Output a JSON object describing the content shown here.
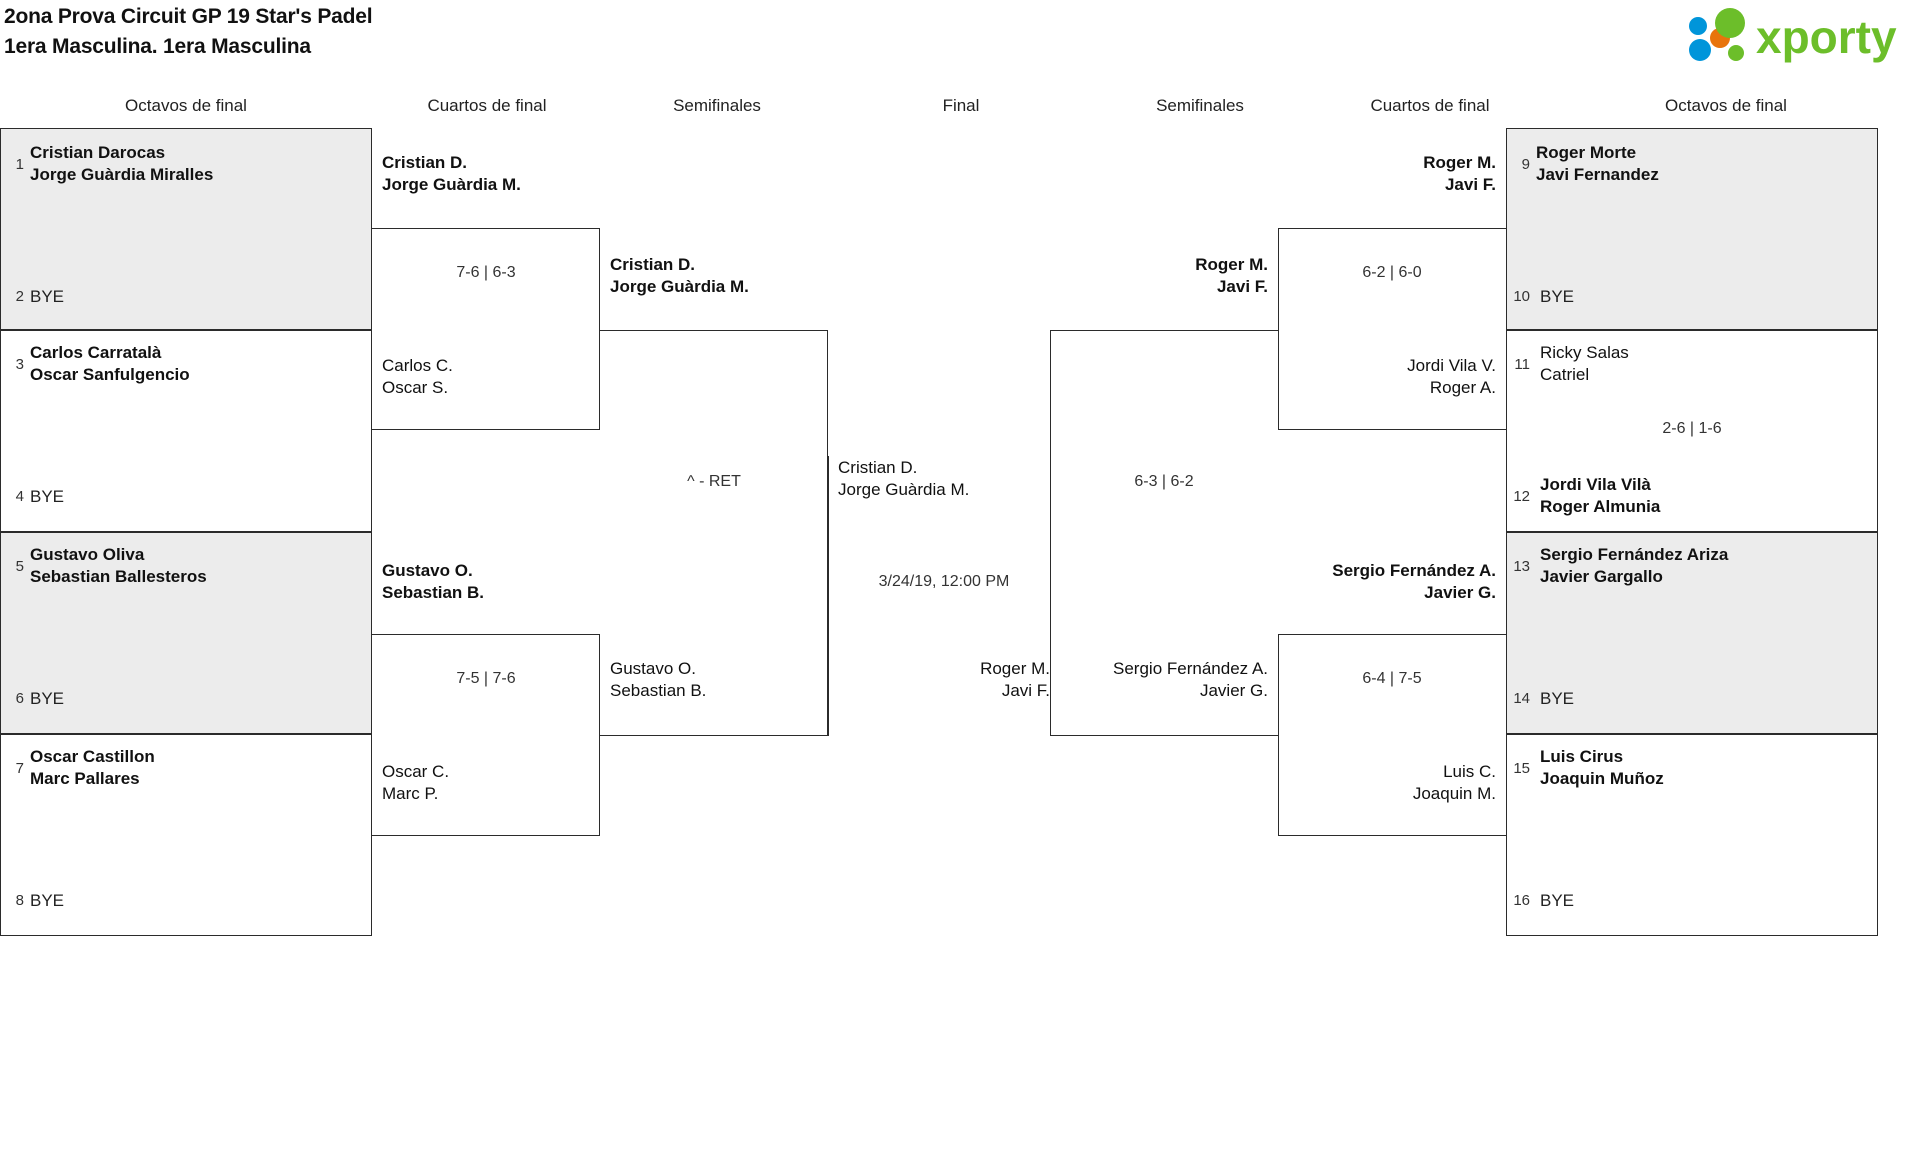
{
  "header": {
    "title_line1": "2ona Prova Circuit GP 19 Star's Padel",
    "title_line2": "1era Masculina. 1era Masculina",
    "logo_text": "xporty",
    "logo_colors": {
      "green": "#6cbe2a",
      "blue": "#0095da",
      "orange": "#e8740c"
    }
  },
  "round_headers": {
    "left_r16": "Octavos de final",
    "left_qf": "Cuartos de final",
    "left_sf": "Semifinales",
    "final": "Final",
    "right_sf": "Semifinales",
    "right_qf": "Cuartos de final",
    "right_r16": "Octavos de final"
  },
  "left_r16": [
    {
      "seed_top": "1",
      "top_line1": "Cristian Darocas",
      "top_line2": "Jorge Guàrdia Miralles",
      "top_winner": true,
      "seed_bottom": "2",
      "bottom_line1": "BYE",
      "bottom_line2": "",
      "bottom_winner": false,
      "shaded": true,
      "score": ""
    },
    {
      "seed_top": "3",
      "top_line1": "Carlos Carratalà",
      "top_line2": "Oscar Sanfulgencio",
      "top_winner": true,
      "seed_bottom": "4",
      "bottom_line1": "BYE",
      "bottom_line2": "",
      "bottom_winner": false,
      "shaded": false,
      "score": ""
    },
    {
      "seed_top": "5",
      "top_line1": "Gustavo Oliva",
      "top_line2": "Sebastian Ballesteros",
      "top_winner": true,
      "seed_bottom": "6",
      "bottom_line1": "BYE",
      "bottom_line2": "",
      "bottom_winner": false,
      "shaded": true,
      "score": ""
    },
    {
      "seed_top": "7",
      "top_line1": "Oscar Castillon",
      "top_line2": "Marc Pallares",
      "top_winner": true,
      "seed_bottom": "8",
      "bottom_line1": "BYE",
      "bottom_line2": "",
      "bottom_winner": false,
      "shaded": false,
      "score": ""
    }
  ],
  "left_qf": [
    {
      "top_line1": "Cristian D.",
      "top_line2": "Jorge Guàrdia M.",
      "top_winner": true,
      "bottom_line1": "Carlos C.",
      "bottom_line2": "Oscar S.",
      "bottom_winner": false,
      "score": "7-6 | 6-3"
    },
    {
      "top_line1": "Gustavo O.",
      "top_line2": "Sebastian B.",
      "top_winner": true,
      "bottom_line1": "Oscar C.",
      "bottom_line2": "Marc P.",
      "bottom_winner": false,
      "score": "7-5 | 7-6"
    }
  ],
  "left_sf": [
    {
      "top_line1": "Cristian D.",
      "top_line2": "Jorge Guàrdia M.",
      "top_winner": true,
      "bottom_line1": "Gustavo O.",
      "bottom_line2": "Sebastian B.",
      "bottom_winner": false,
      "score": "^ - RET"
    }
  ],
  "final": {
    "top_line1": "Cristian D.",
    "top_line2": "Jorge Guàrdia M.",
    "top_winner": false,
    "bottom_line1": "Roger M.",
    "bottom_line2": "Javi F.",
    "bottom_winner": false,
    "datetime": "3/24/19, 12:00 PM"
  },
  "right_sf": [
    {
      "top_line1": "Roger M.",
      "top_line2": "Javi F.",
      "top_winner": true,
      "bottom_line1": "Sergio Fernández A.",
      "bottom_line2": "Javier G.",
      "bottom_winner": false,
      "score": "6-3 | 6-2"
    }
  ],
  "right_qf": [
    {
      "top_line1": "Roger M.",
      "top_line2": "Javi F.",
      "top_winner": true,
      "bottom_line1": "Jordi Vila V.",
      "bottom_line2": "Roger A.",
      "bottom_winner": false,
      "score": "6-2 | 6-0"
    },
    {
      "top_line1": "Sergio Fernández A.",
      "top_line2": "Javier G.",
      "top_winner": true,
      "bottom_line1": "Luis C.",
      "bottom_line2": "Joaquin M.",
      "bottom_winner": false,
      "score": "6-4 | 7-5"
    }
  ],
  "right_r16": [
    {
      "seed_top": "9",
      "top_line1": "Roger Morte",
      "top_line2": "Javi Fernandez",
      "top_winner": true,
      "seed_bottom": "10",
      "bottom_line1": "BYE",
      "bottom_line2": "",
      "bottom_winner": false,
      "shaded": true,
      "score": ""
    },
    {
      "seed_top": "11",
      "top_line1": "Ricky Salas",
      "top_line2": "Catriel",
      "top_winner": false,
      "seed_bottom": "12",
      "bottom_line1": "Jordi Vila Vilà",
      "bottom_line2": "Roger Almunia",
      "bottom_winner": true,
      "shaded": false,
      "score": "2-6 | 1-6"
    },
    {
      "seed_top": "13",
      "top_line1": "Sergio Fernández Ariza",
      "top_line2": "Javier Gargallo",
      "top_winner": true,
      "seed_bottom": "14",
      "bottom_line1": "BYE",
      "bottom_line2": "",
      "bottom_winner": false,
      "shaded": true,
      "score": ""
    },
    {
      "seed_top": "15",
      "top_line1": "Luis Cirus",
      "top_line2": "Joaquin Muñoz",
      "top_winner": true,
      "seed_bottom": "16",
      "bottom_line1": "BYE",
      "bottom_line2": "",
      "bottom_winner": false,
      "shaded": false,
      "score": ""
    }
  ]
}
